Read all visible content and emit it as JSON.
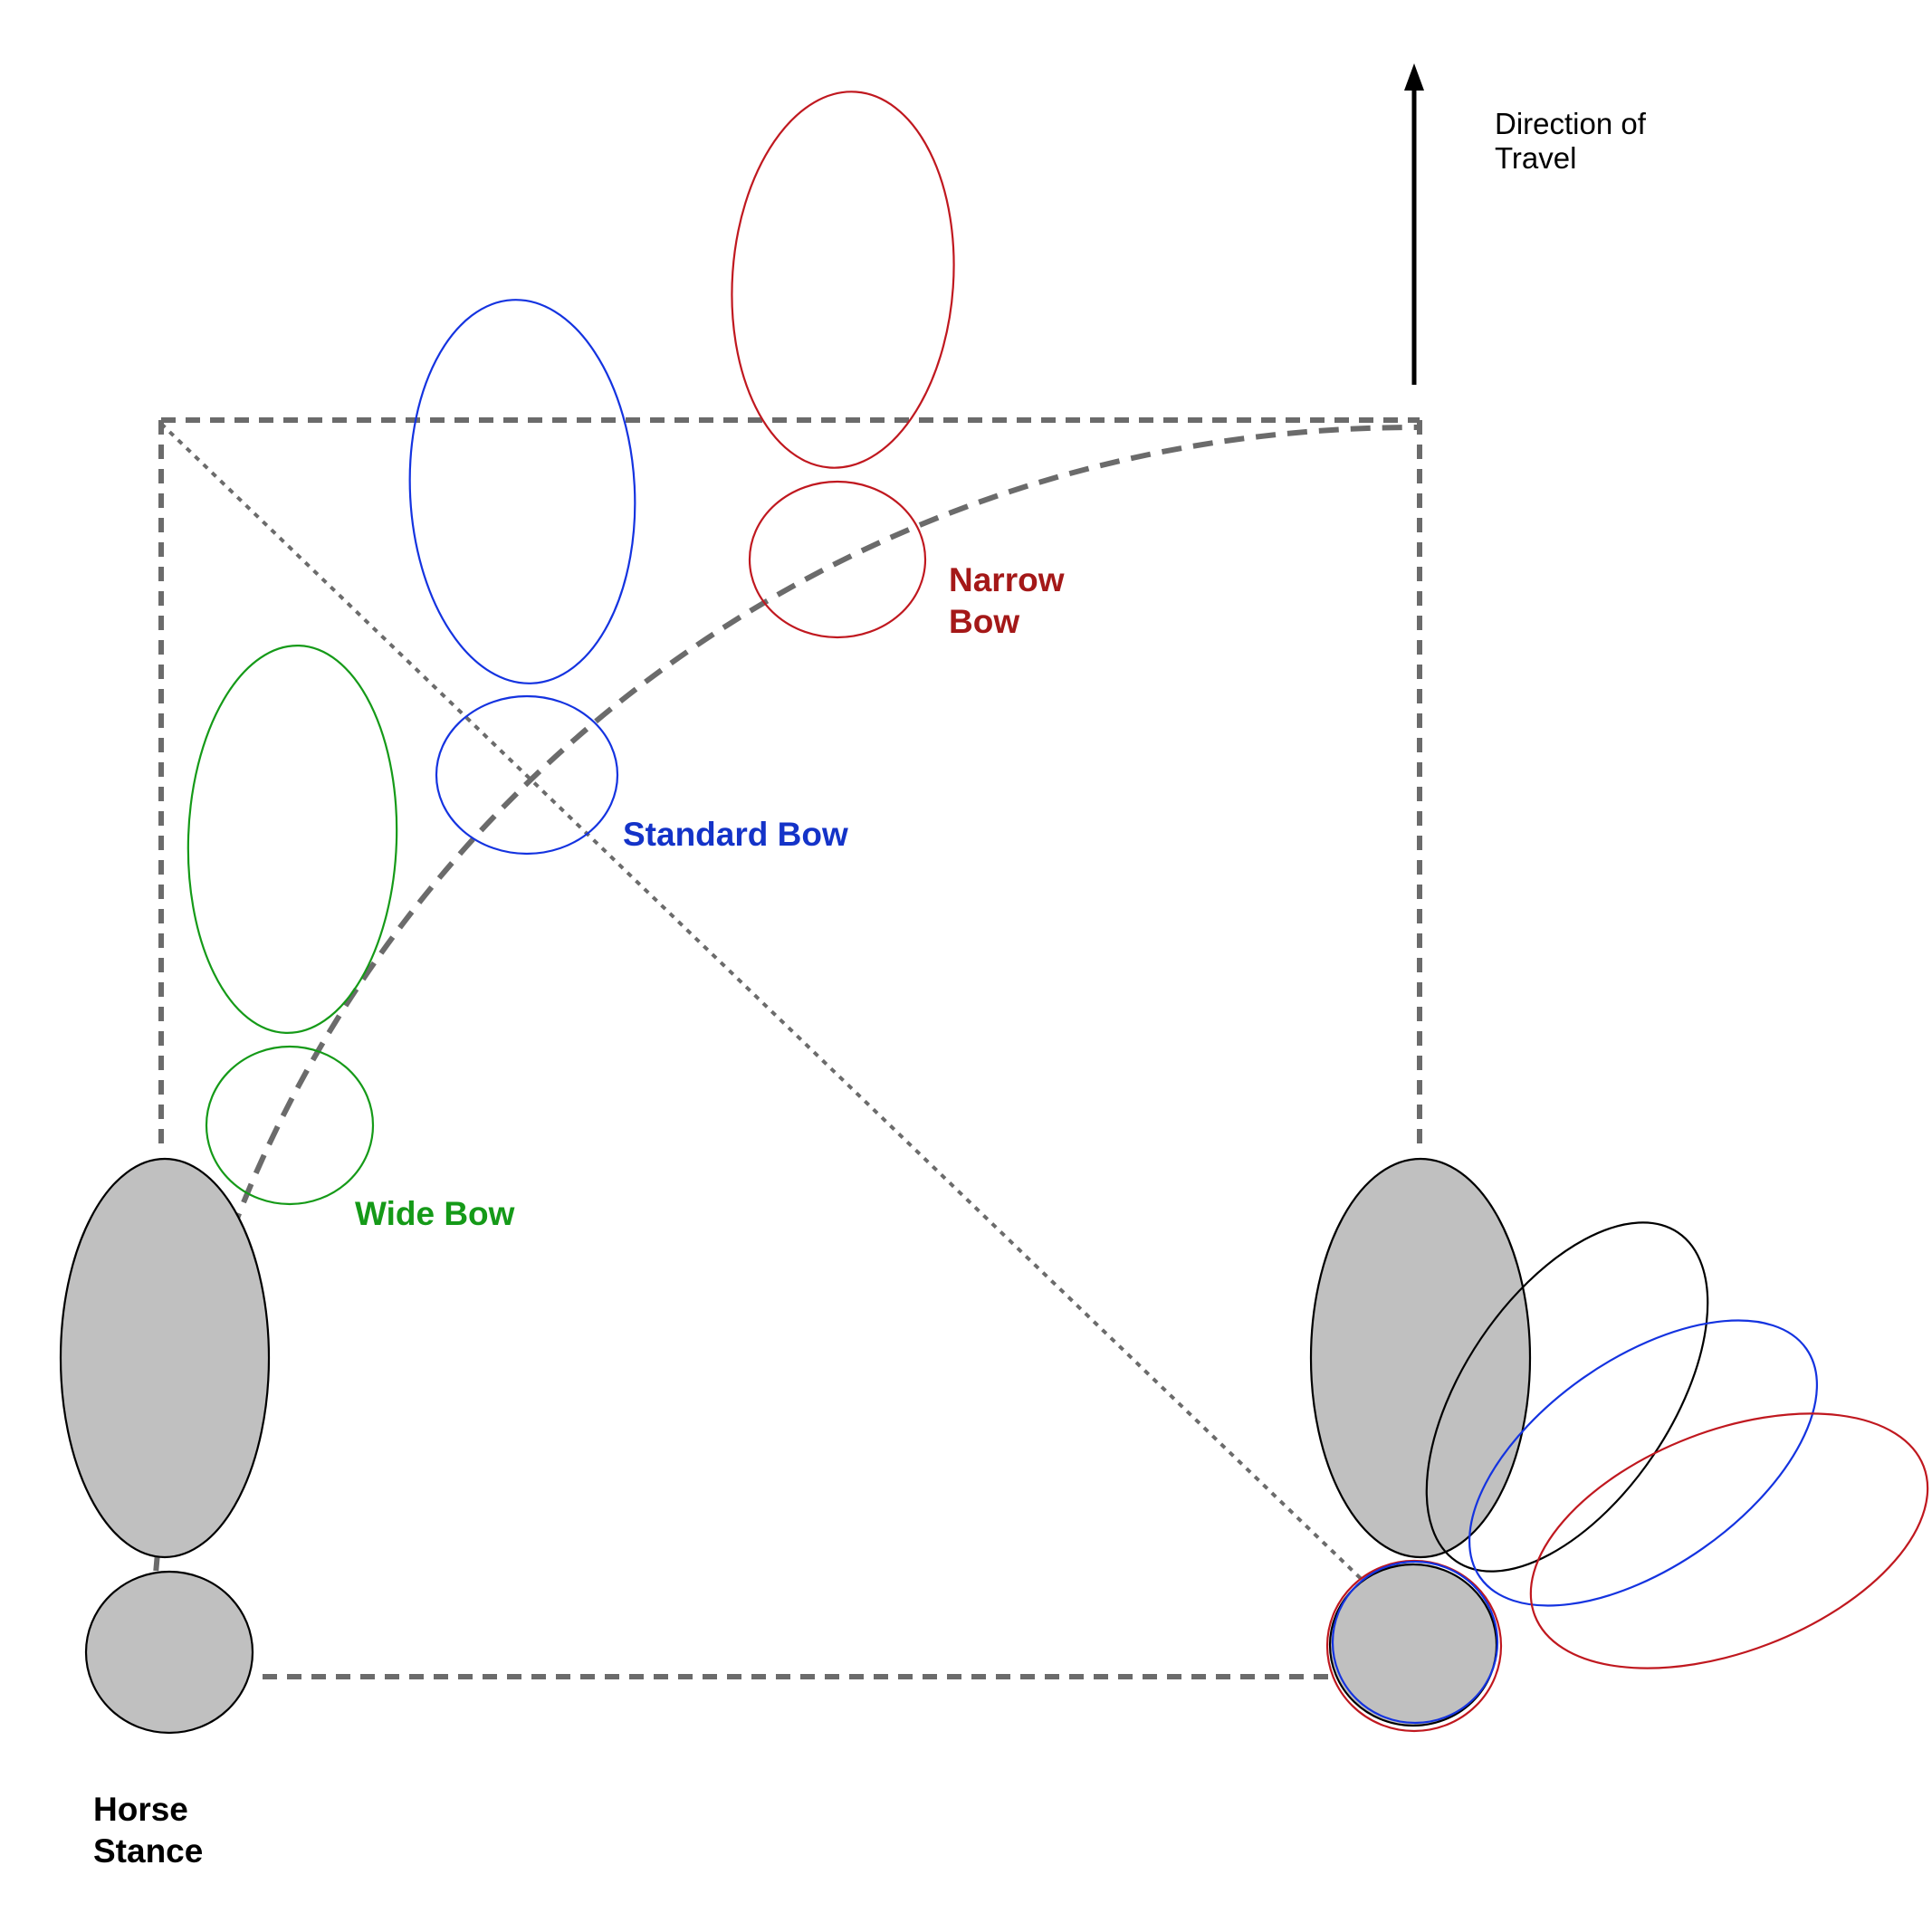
{
  "direction_label": [
    "Direction of",
    "Travel"
  ],
  "labels": {
    "narrow": [
      "Narrow",
      "Bow"
    ],
    "standard": "Standard Bow",
    "wide": "Wide Bow",
    "horse": [
      "Horse",
      "Stance"
    ]
  },
  "colors": {
    "narrow": "#c0181f",
    "standard": "#1433e0",
    "wide": "#159a18",
    "horse_fill": "#c0c0c0",
    "guide": "#6b6b6b",
    "outline": "#000000"
  }
}
